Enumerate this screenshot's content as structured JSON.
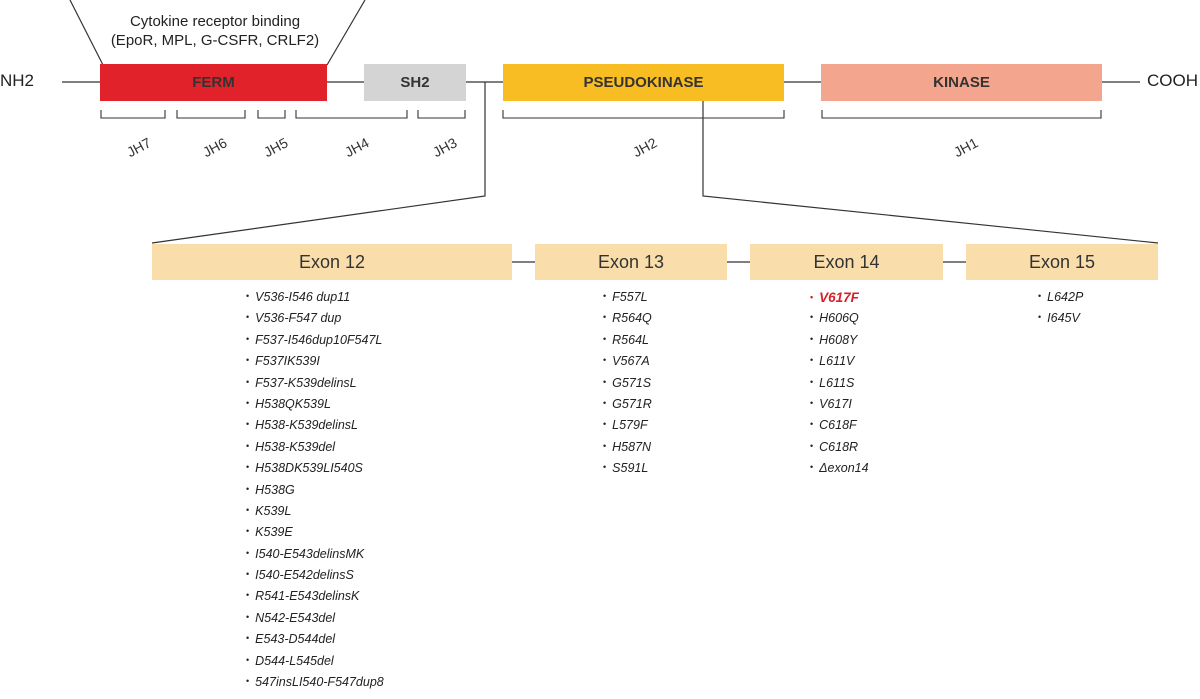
{
  "protein": {
    "n_terminus": "NH2",
    "c_terminus": "COOH",
    "binding_label_line1": "Cytokine receptor binding",
    "binding_label_line2": "(EpoR, MPL, G-CSFR, CRLF2)"
  },
  "domains": [
    {
      "name": "FERM",
      "color": "#e2222a"
    },
    {
      "name": "SH2",
      "color": "#d4d4d4"
    },
    {
      "name": "PSEUDOKINASE",
      "color": "#f7bd22"
    },
    {
      "name": "KINASE",
      "color": "#f4a58e"
    }
  ],
  "jh_regions": [
    "JH7",
    "JH6",
    "JH5",
    "JH4",
    "JH3",
    "JH2",
    "JH1"
  ],
  "exons": [
    {
      "name": "Exon 12",
      "mutations": [
        "V536-I546 dup11",
        "V536-F547 dup",
        "F537-I546dup10F547L",
        "F537IK539I",
        "F537-K539delinsL",
        "H538QK539L",
        "H538-K539delinsL",
        "H538-K539del",
        "H538DK539LI540S",
        "H538G",
        "K539L",
        "K539E",
        "I540-E543delinsMK",
        "I540-E542delinsS",
        "R541-E543delinsK",
        "N542-E543del",
        "E543-D544del",
        "D544-L545del",
        "547insLI540-F547dup8"
      ]
    },
    {
      "name": "Exon 13",
      "mutations": [
        "F557L",
        "R564Q",
        "R564L",
        "V567A",
        "G571S",
        "G571R",
        "L579F",
        "H587N",
        "S591L"
      ]
    },
    {
      "name": "Exon 14",
      "mutations": [
        "V617F",
        "H606Q",
        "H608Y",
        "L611V",
        "L611S",
        "V617I",
        "C618F",
        "C618R",
        "Δexon14"
      ],
      "highlight": "V617F",
      "highlight_color": "#d42128"
    },
    {
      "name": "Exon 15",
      "mutations": [
        "L642P",
        "I645V"
      ]
    }
  ]
}
